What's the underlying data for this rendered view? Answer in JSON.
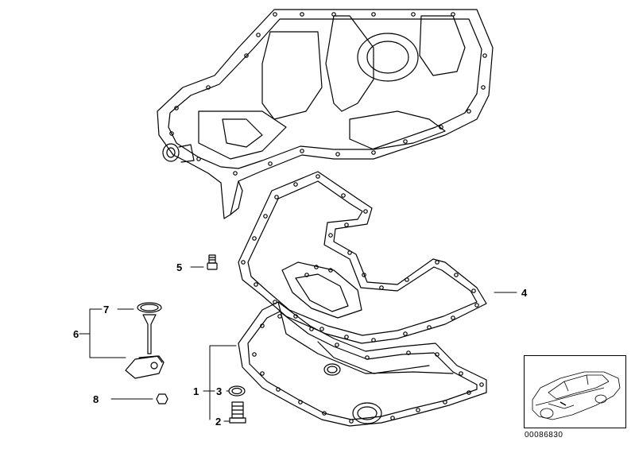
{
  "callouts": {
    "c1": "1",
    "c2": "2",
    "c3": "3",
    "c4": "4",
    "c5": "5",
    "c6": "6",
    "c7": "7",
    "c8": "8"
  },
  "diagram_number": "00086830"
}
